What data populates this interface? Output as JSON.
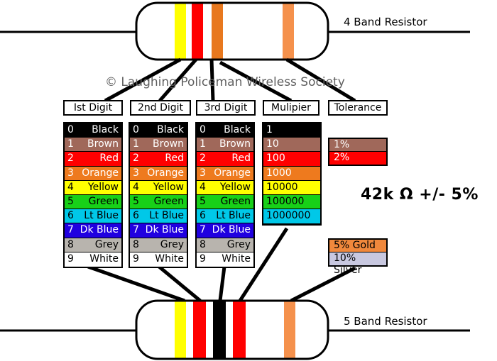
{
  "four_band_label": "4 Band Resistor",
  "five_band_label": "5 Band Resistor",
  "copyright": "© Laughing Policeman Wireless Society",
  "formula": "42k Ω +/- 5%",
  "headers": {
    "digit1": "Ist Digit",
    "digit2": "2nd Digit",
    "digit3": "3rd Digit",
    "multiplier": "Mulipier",
    "tolerance": "Tolerance"
  },
  "digits": [
    {
      "num": "0",
      "name": "Black",
      "color": "#000000"
    },
    {
      "num": "1",
      "name": "Brown",
      "color": "#a0685a"
    },
    {
      "num": "2",
      "name": "Red",
      "color": "#ff0000"
    },
    {
      "num": "3",
      "name": "Orange",
      "color": "#ee7a1e"
    },
    {
      "num": "4",
      "name": "Yellow",
      "color": "#ffff00"
    },
    {
      "num": "5",
      "name": "Green",
      "color": "#18d018"
    },
    {
      "num": "6",
      "name": "Lt Blue",
      "color": "#00c8e8"
    },
    {
      "num": "7",
      "name": "Dk Blue",
      "color": "#2000e0"
    },
    {
      "num": "8",
      "name": "Grey",
      "color": "#b8b4ae"
    },
    {
      "num": "9",
      "name": "White",
      "color": "#ffffff"
    }
  ],
  "multipliers": [
    {
      "value": "1",
      "color": "#000000"
    },
    {
      "value": "10",
      "color": "#a0685a"
    },
    {
      "value": "100",
      "color": "#ff0000"
    },
    {
      "value": "1000",
      "color": "#ee7a1e"
    },
    {
      "value": "10000",
      "color": "#ffff00"
    },
    {
      "value": "100000",
      "color": "#18d018"
    },
    {
      "value": "1000000",
      "color": "#00c8e8"
    }
  ],
  "tolerance_top": [
    {
      "value": "1%",
      "color": "#a0685a"
    },
    {
      "value": "2%",
      "color": "#ff0000"
    }
  ],
  "tolerance_bottom": [
    {
      "value": "5% Gold",
      "color": "#f0883c"
    },
    {
      "value": "10% Silver",
      "color": "#c8c8e0"
    }
  ],
  "colors": {
    "body_fill": "#ffffff",
    "outline": "#000000",
    "yellow": "#ffff00",
    "red": "#ff0000",
    "orange": "#e8781e",
    "gold": "#f5914c",
    "black": "#000000"
  }
}
